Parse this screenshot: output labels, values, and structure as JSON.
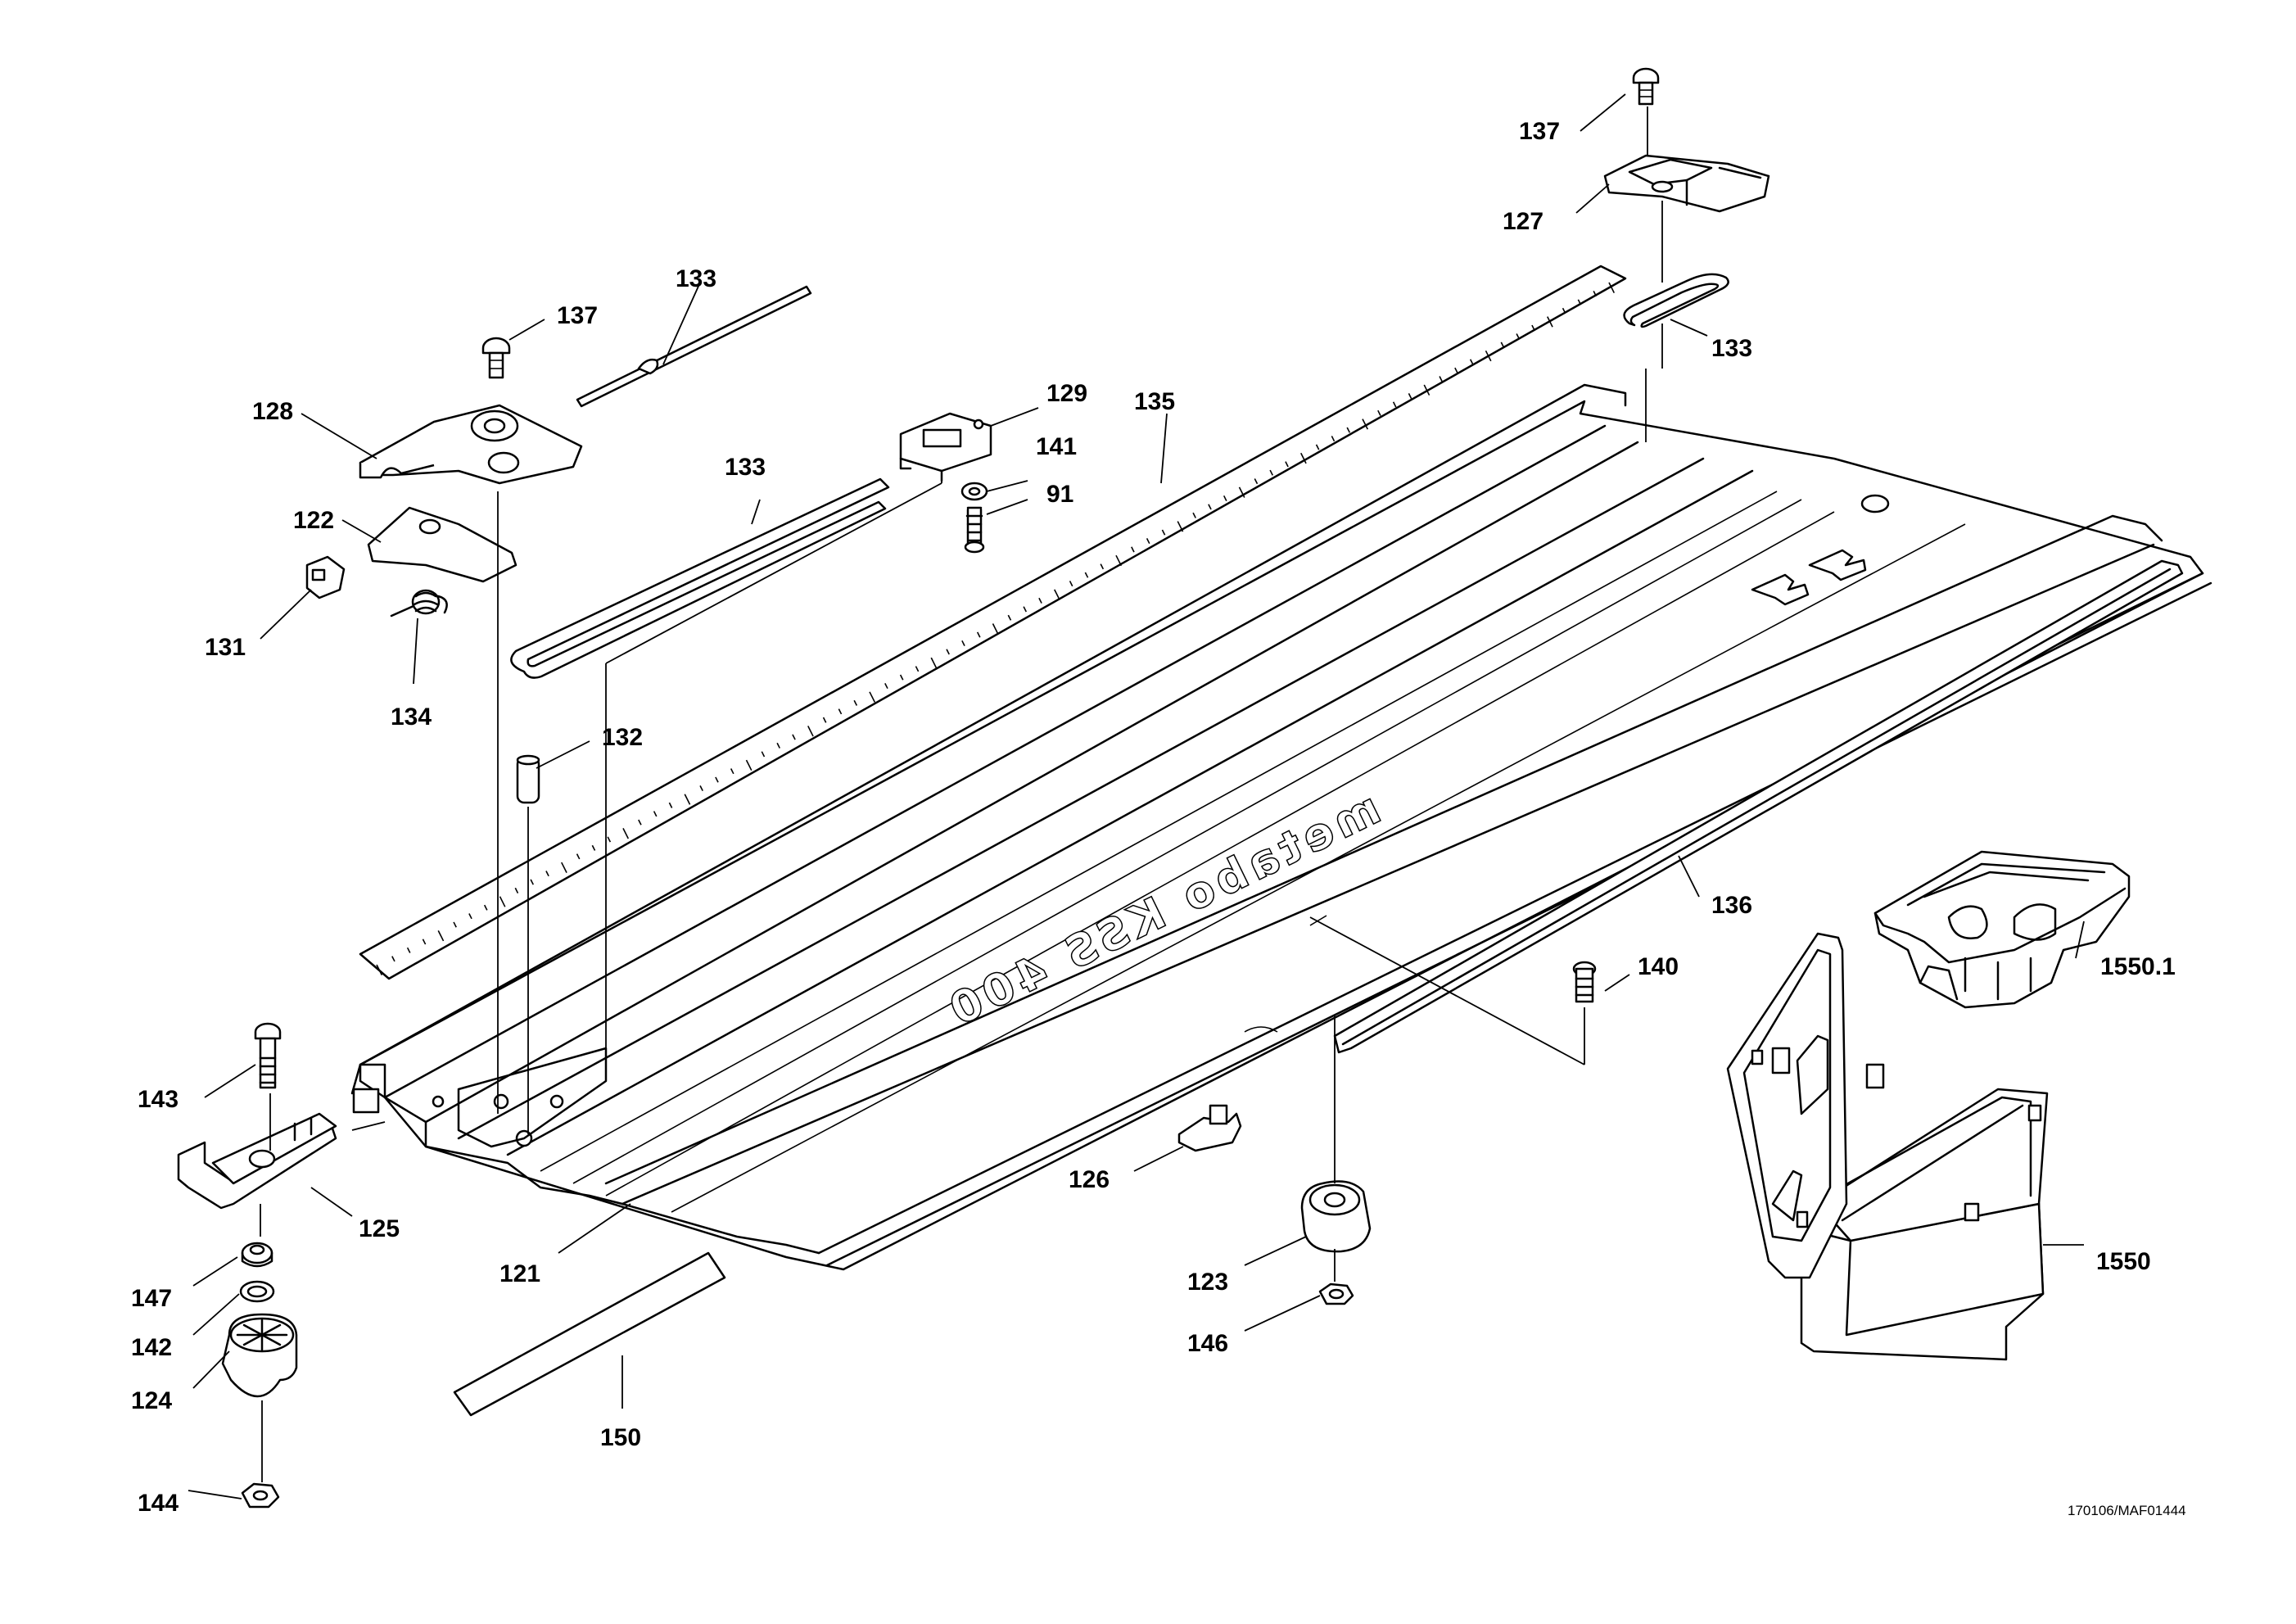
{
  "diagram": {
    "reference_code": "170106/MAF01444",
    "logo_text": "metabo KSS 400",
    "labels": {
      "l137a": "137",
      "l127": "127",
      "l133a": "133",
      "l133b": "133",
      "l133c": "133",
      "l137b": "137",
      "l128": "128",
      "l129": "129",
      "l135": "135",
      "l141": "141",
      "l91": "91",
      "l122": "122",
      "l131": "131",
      "l134": "134",
      "l132": "132",
      "l136": "136",
      "l1550_1": "1550.1",
      "l140": "140",
      "l143": "143",
      "l125": "125",
      "l126": "126",
      "l121": "121",
      "l147": "147",
      "l142": "142",
      "l124": "124",
      "l123": "123",
      "l1550": "1550",
      "l146": "146",
      "l150": "150",
      "l144": "144"
    }
  }
}
